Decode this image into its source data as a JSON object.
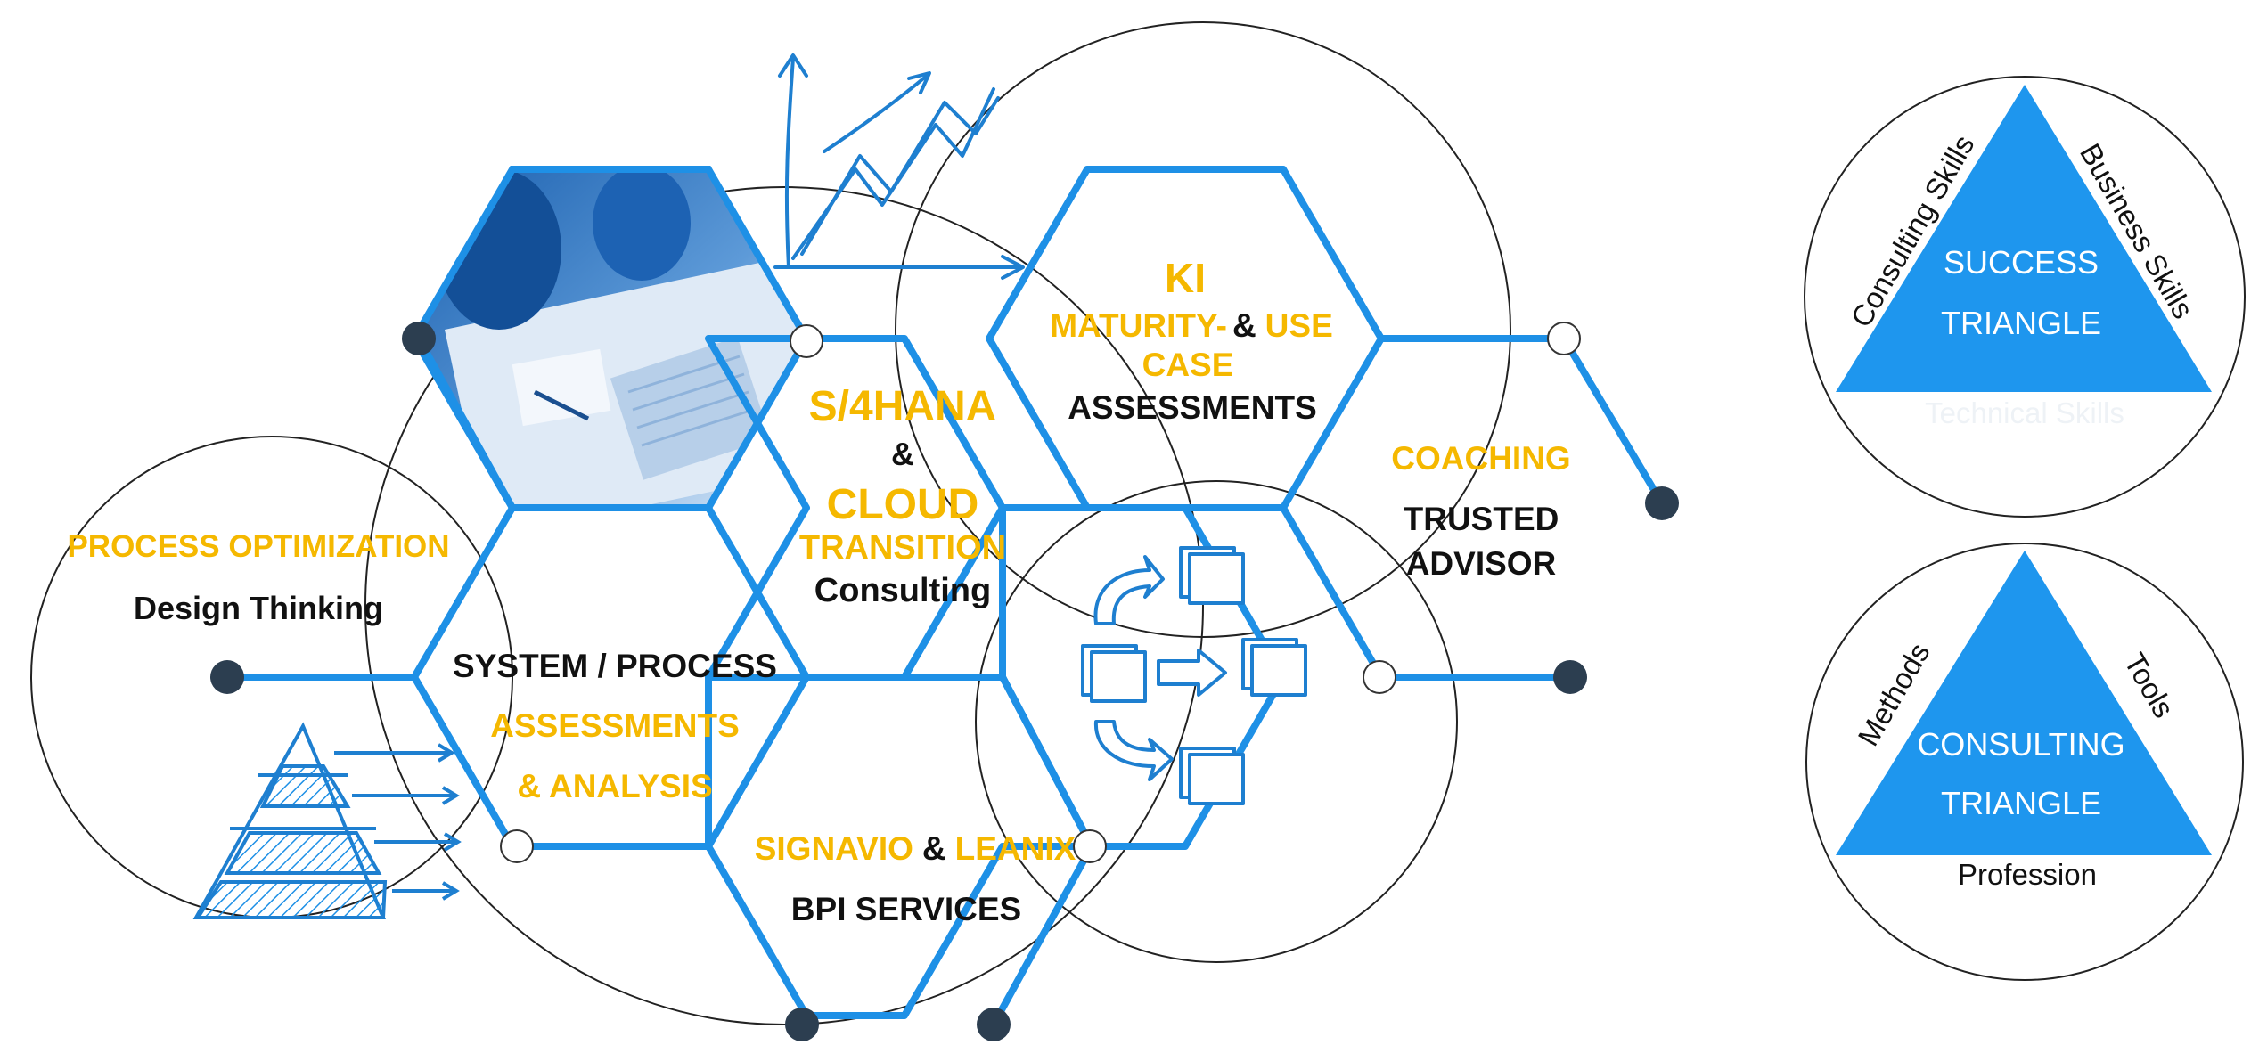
{
  "colors": {
    "hex_line": "#1e90e6",
    "triangle_fill": "#1e96ee",
    "accent_yellow": "#f5b800",
    "text_dark": "#111111",
    "node_dark": "#2c3e50"
  },
  "icons": [
    "business-meeting-photo",
    "growth-arrows-icon",
    "pyramid-icon",
    "process-flow-boxes-icon"
  ],
  "hexagons": {
    "process_opt": {
      "title": "PROCESS OPTIMIZATION",
      "sub": "Design Thinking"
    },
    "system": {
      "line1": "SYSTEM / PROCESS",
      "line2": "ASSESSMENTS",
      "line3": "& ANALYSIS"
    },
    "s4": {
      "line1": "S/4HANA",
      "line2": "&",
      "line3": "CLOUD",
      "line4": "TRANSITION",
      "line5": "Consulting"
    },
    "ki": {
      "line1": "KI",
      "maturity": "MATURITY-",
      "amp": "&",
      "use": "USE",
      "case": "CASE",
      "assess": "ASSESSMENTS"
    },
    "coaching": {
      "title": "COACHING",
      "line1": "TRUSTED",
      "line2": "ADVISOR"
    },
    "signavio": {
      "sig": "SIGNAVIO",
      "amp": "&",
      "lean": "LEANIX",
      "sub": "BPI SERVICES"
    }
  },
  "success_triangle": {
    "left": "Consulting Skills",
    "right": "Business Skills",
    "bottom": "Technical Skills",
    "line1": "SUCCESS",
    "line2": "TRIANGLE"
  },
  "consulting_triangle": {
    "left": "Methods",
    "right": "Tools",
    "bottom": "Profession",
    "line1": "CONSULTING",
    "line2": "TRIANGLE"
  }
}
